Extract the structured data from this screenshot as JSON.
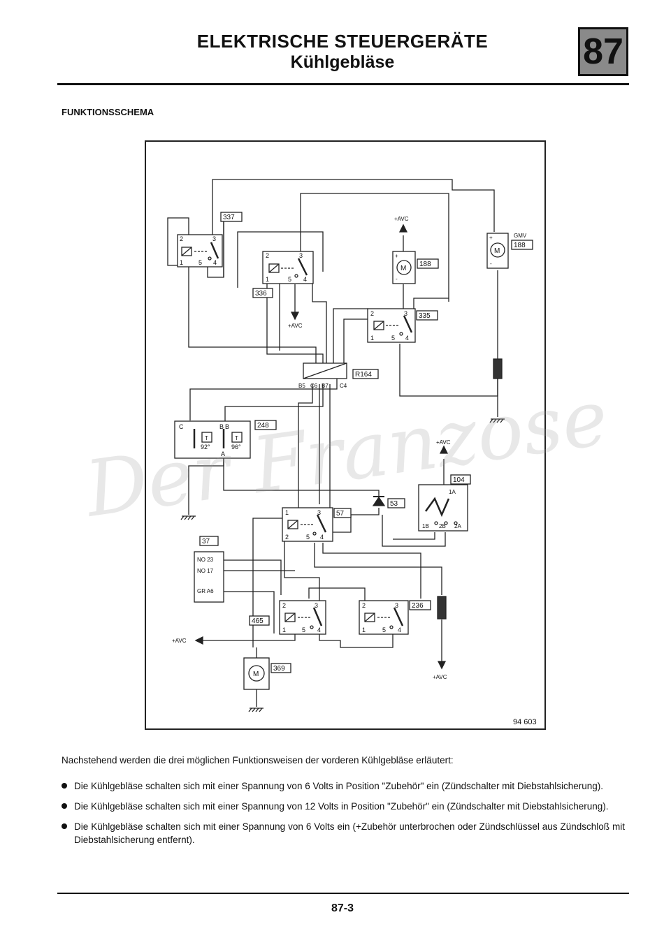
{
  "header": {
    "title_line1": "ELEKTRISCHE STEUERGERÄTE",
    "title_line2": "Kühlgebläse",
    "chapter_number": "87"
  },
  "section_title": "FUNKTIONSSCHEMA",
  "diagram": {
    "figure_number": "94 603",
    "watermark": "Der Franzose",
    "supply_label": "+AVC",
    "gmv_label": "GMV",
    "motor_symbol": "M",
    "component_ids": {
      "relay_337": "337",
      "relay_336": "336",
      "relay_335": "335",
      "motor_188_center": "188",
      "motor_188_right": "188",
      "connector_r164": "R164",
      "thermo_switch_248": "248",
      "switch_104": "104",
      "diode_53": "53",
      "relay_57": "57",
      "ecu_37": "37",
      "relay_465": "465",
      "relay_236": "236",
      "motor_369": "369"
    },
    "relay_pins": {
      "p1": "1",
      "p2": "2",
      "p3": "3",
      "p4": "4",
      "p5": "5"
    },
    "connector_pins": {
      "b5": "B5",
      "c6": "C6",
      "b7": "B7",
      "c4": "C4"
    },
    "thermo_pins": {
      "c": "C",
      "b": "B",
      "a": "A"
    },
    "thermo_temps": {
      "t1": "92°",
      "t2": "96°"
    },
    "switch_pins": {
      "p1a": "1A",
      "p1b": "1B",
      "p2b": "2B",
      "p2a": "2A"
    },
    "ecu_pins": [
      {
        "label": "NO 23"
      },
      {
        "label": "NO 17"
      },
      {
        "label": "GR A6"
      }
    ]
  },
  "text": {
    "intro": "Nachstehend werden die drei möglichen Funktionsweisen der vorderen Kühlgebläse erläutert:",
    "bullets": [
      "Die Kühlgebläse schalten sich mit einer Spannung von 6 Volts in Position \"Zubehör\" ein (Zündschalter mit Diebstahlsicherung).",
      "Die Kühlgebläse schalten sich mit einer Spannung von 12 Volts in Position \"Zubehör\" ein (Zündschalter mit Diebstahlsicherung).",
      "Die Kühlgebläse schalten sich mit einer Spannung von 6 Volts ein (+Zubehör unterbrochen oder Zündschlüssel aus Zündschloß mit Diebstahlsicherung entfernt)."
    ]
  },
  "footer": {
    "page_number": "87-3"
  }
}
